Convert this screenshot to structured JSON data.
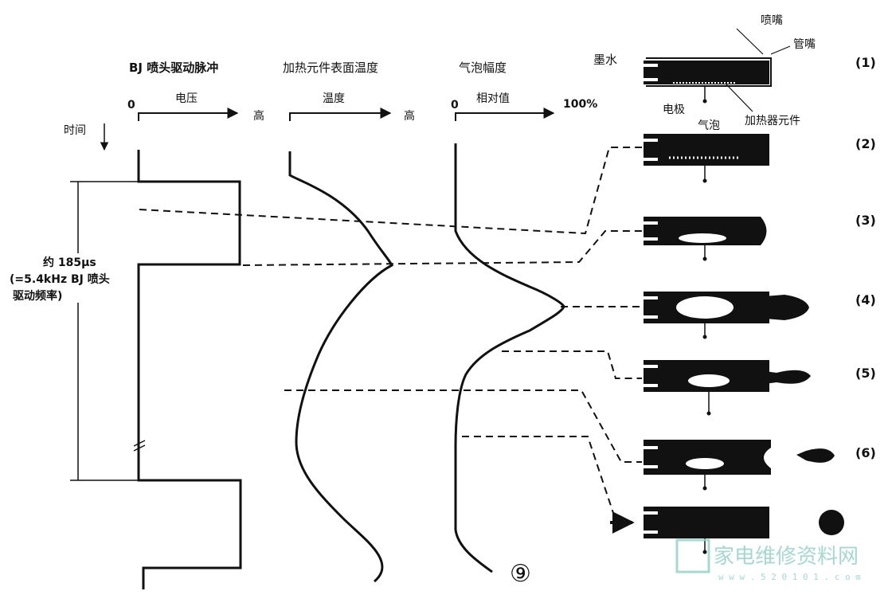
{
  "column_titles": {
    "pulse": "BJ 喷头驱动脉冲",
    "temperature": "加热元件表面温度",
    "bubble": "气泡幅度"
  },
  "axes": {
    "pulse": {
      "zero": "0",
      "label": "电压",
      "high": "高"
    },
    "temperature": {
      "label": "温度",
      "high": "高"
    },
    "bubble": {
      "zero": "0",
      "label": "相对值",
      "high": "100%"
    }
  },
  "time_label": "时间",
  "period": {
    "line1": "约 185μs",
    "line2": "(=5.4kHz BJ 喷头",
    "line3": "驱动频率)"
  },
  "nozzle_labels": {
    "ink": "墨水",
    "nozzle": "喷嘴",
    "tube_nozzle": "管嘴",
    "electrode": "电极",
    "heater": "加热器元件",
    "bubble": "气泡"
  },
  "stages": [
    "(1)",
    "(2)",
    "(3)",
    "(4)",
    "(5)",
    "(6)"
  ],
  "figure_number": "⑨",
  "watermark": {
    "text": "家电维修资料网",
    "url": "w w w . 5 2 0 1 0 1 . c o m"
  }
}
